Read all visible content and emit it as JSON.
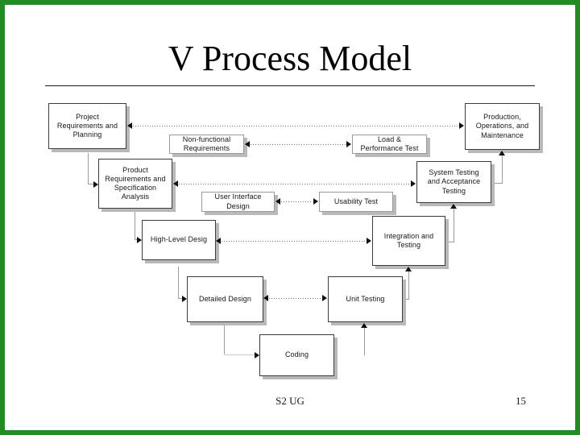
{
  "slide": {
    "title": "V Process Model",
    "footer": "S2 UG",
    "page_number": "15",
    "border_color": "#228B22"
  },
  "diagram": {
    "boxes": {
      "project": {
        "label": "Project\nRequirements and\nPlanning"
      },
      "nonfunctional": {
        "label": "Non-functional\nRequirements"
      },
      "product": {
        "label": "Product\nRequirements and\nSpecification\nAnalysis"
      },
      "load": {
        "label": "Load &\nPerformance Test"
      },
      "uid": {
        "label": "User Interface\nDesign"
      },
      "usability": {
        "label": "Usability Test"
      },
      "system": {
        "label": "System Testing\nand Acceptance\nTesting"
      },
      "production": {
        "label": "Production,\nOperations, and\nMaintenance"
      },
      "highlevel": {
        "label": "High-Level Desig"
      },
      "integration": {
        "label": "Integration and\nTesting"
      },
      "detailed": {
        "label": "Detailed Design"
      },
      "unit": {
        "label": "Unit Testing"
      },
      "coding": {
        "label": "Coding"
      }
    }
  }
}
